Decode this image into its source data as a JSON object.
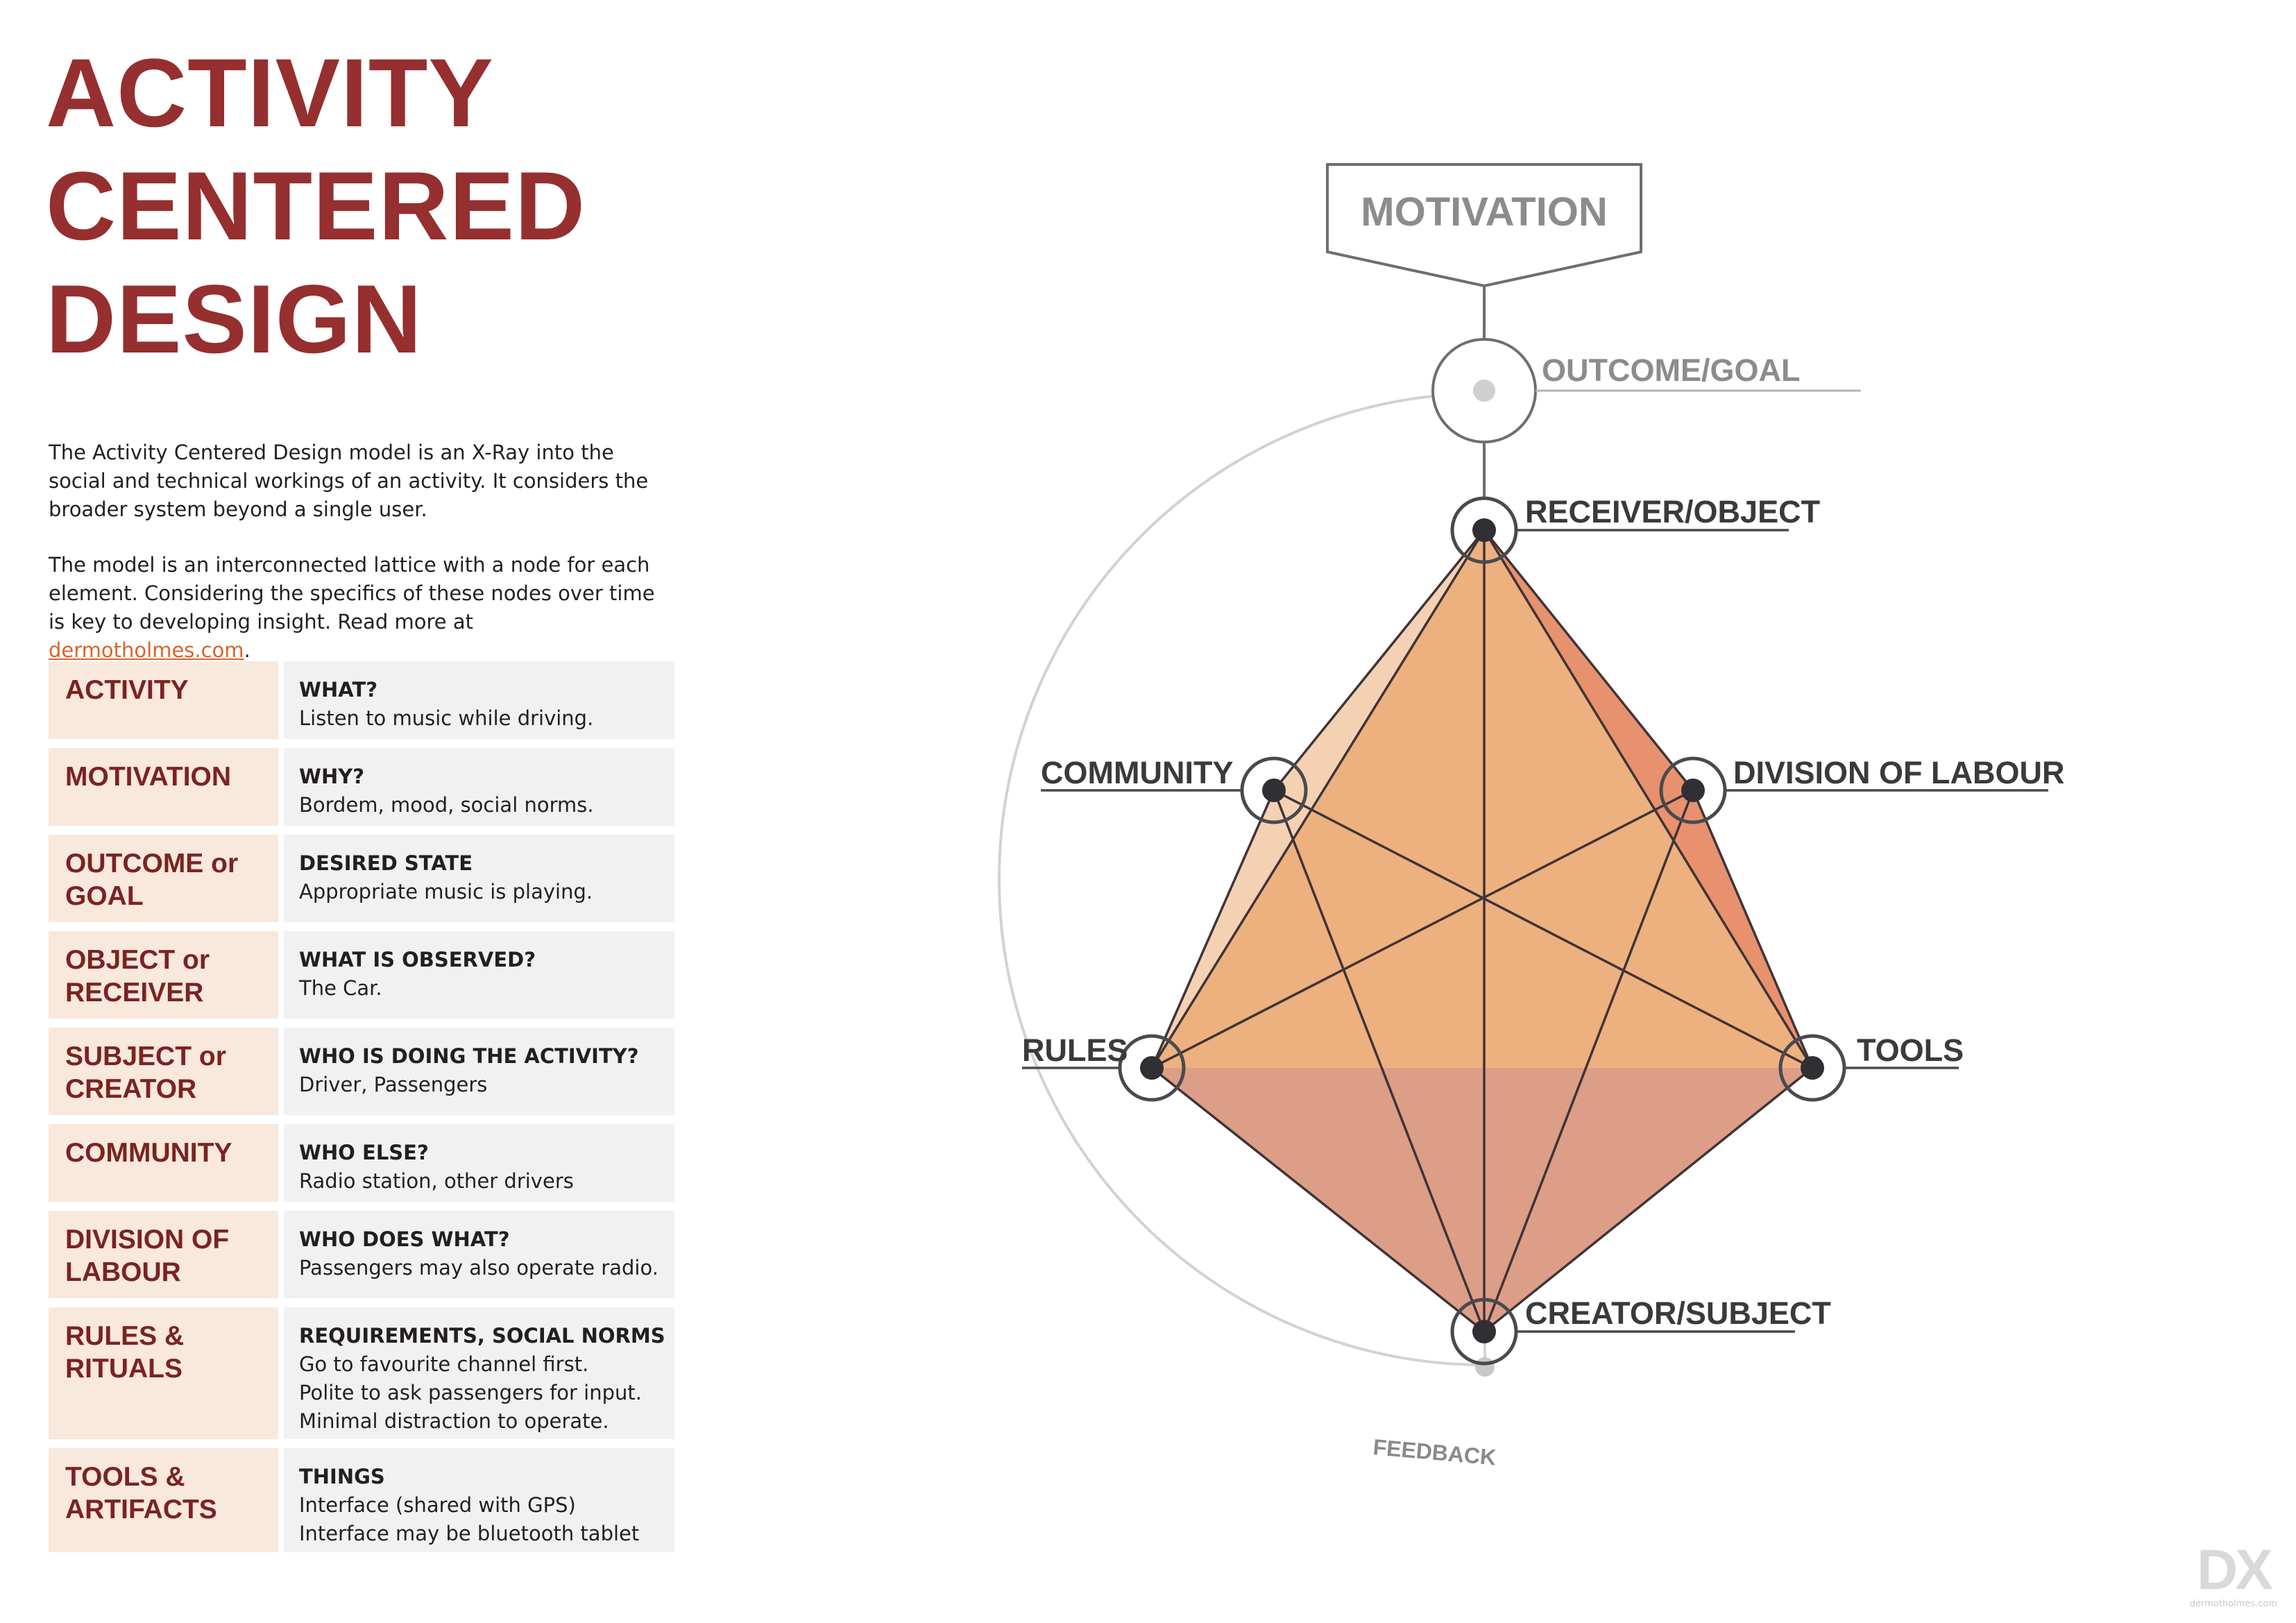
{
  "title": {
    "line1": "ACTIVITY",
    "line2": "CENTERED",
    "line3": "DESIGN"
  },
  "intro": {
    "p1": "The Activity Centered Design model is an X-Ray into the social and technical workings of an activity. It considers the broader system beyond a single user.",
    "p2_text": "The model is an interconnected lattice with a node for each element. Considering the specifics of these nodes over time is key to developing insight. Read more at ",
    "p2_link": "dermotholmes.com",
    "p2_end": "."
  },
  "rows": [
    {
      "term": "ACTIVITY",
      "q": "WHAT?",
      "a": [
        "Listen to music while driving."
      ]
    },
    {
      "term": "MOTIVATION",
      "q": "WHY?",
      "a": [
        "Bordem, mood, social norms."
      ]
    },
    {
      "term": "OUTCOME or\nGOAL",
      "q": "DESIRED STATE",
      "a": [
        "Appropriate music is playing."
      ]
    },
    {
      "term": "OBJECT or\nRECEIVER",
      "q": "WHAT IS OBSERVED?",
      "a": [
        "The Car."
      ]
    },
    {
      "term": "SUBJECT or\nCREATOR",
      "q": "WHO IS DOING THE ACTIVITY?",
      "a": [
        "Driver, Passengers"
      ]
    },
    {
      "term": "COMMUNITY",
      "q": "WHO ELSE?",
      "a": [
        "Radio station, other drivers"
      ]
    },
    {
      "term": "DIVISION OF\nLABOUR",
      "q": "WHO DOES WHAT?",
      "a": [
        "Passengers may also operate radio."
      ]
    },
    {
      "term": "RULES &\nRITUALS",
      "q": "REQUIREMENTS, SOCIAL NORMS",
      "a": [
        "Go to favourite channel first.",
        "Polite to ask passengers for input.",
        "Minimal distraction to operate."
      ]
    },
    {
      "term": "TOOLS &\nARTIFACTS",
      "q": "THINGS",
      "a": [
        "Interface (shared with GPS)",
        "Interface may be  bluetooth tablet"
      ]
    }
  ],
  "diagram": {
    "motivation": "MOTIVATION",
    "outcome": "OUTCOME/GOAL",
    "receiver": "RECEIVER/OBJECT",
    "community": "COMMUNITY",
    "division": "DIVISION OF LABOUR",
    "rules": "RULES",
    "tools": "TOOLS",
    "creator": "CREATOR/SUBJECT",
    "feedback": "FEEDBACK"
  },
  "colors": {
    "title": "#962f2f",
    "term": "#7a2324",
    "term_bg": "#f9e8dc",
    "desc_bg": "#f1f1f2",
    "link": "#d9642a",
    "upper_fill": "#edb17f",
    "lower_fill": "#dd9e88"
  },
  "logo": {
    "mark": "DX",
    "url": "dermotholmes.com"
  }
}
